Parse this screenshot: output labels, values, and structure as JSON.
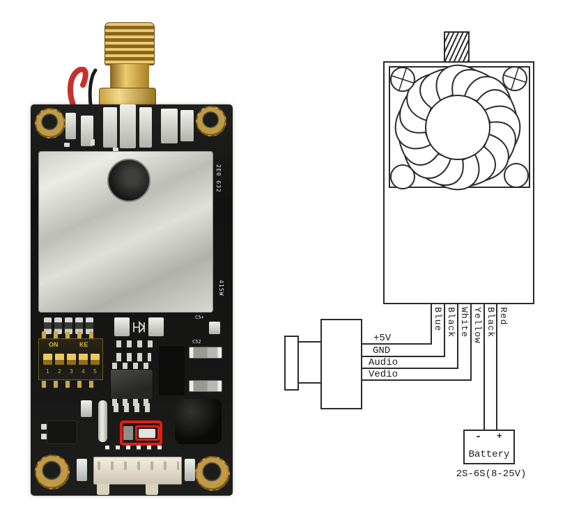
{
  "pcb_photo": {
    "dip_switch": {
      "on": "ON",
      "ke": "KE",
      "numbers": [
        "1",
        "2",
        "3",
        "4",
        "5"
      ]
    },
    "silkscreen": {
      "edge_upper": "2E0 632",
      "edge_lower": "415W",
      "cap_upper": "C5+",
      "cap_lower": "C52"
    },
    "colors": {
      "board": "#161615",
      "shield_silver": "#cfcfc9",
      "gold": "#c09a45",
      "highlight_red": "#e41e14",
      "wire_red": "#c8302a"
    }
  },
  "wiring_diagram": {
    "signal_labels": [
      "+5V",
      "GND",
      "Audio",
      "Vedio"
    ],
    "wire_labels": [
      "Blue",
      "Black",
      "White",
      "Yellow",
      "Black",
      "Red"
    ],
    "battery": {
      "minus_label": "-",
      "plus_label": "+",
      "name": "Battery",
      "caption": "2S-6S(8-25V)"
    },
    "line_color": "#2b2b2b"
  }
}
